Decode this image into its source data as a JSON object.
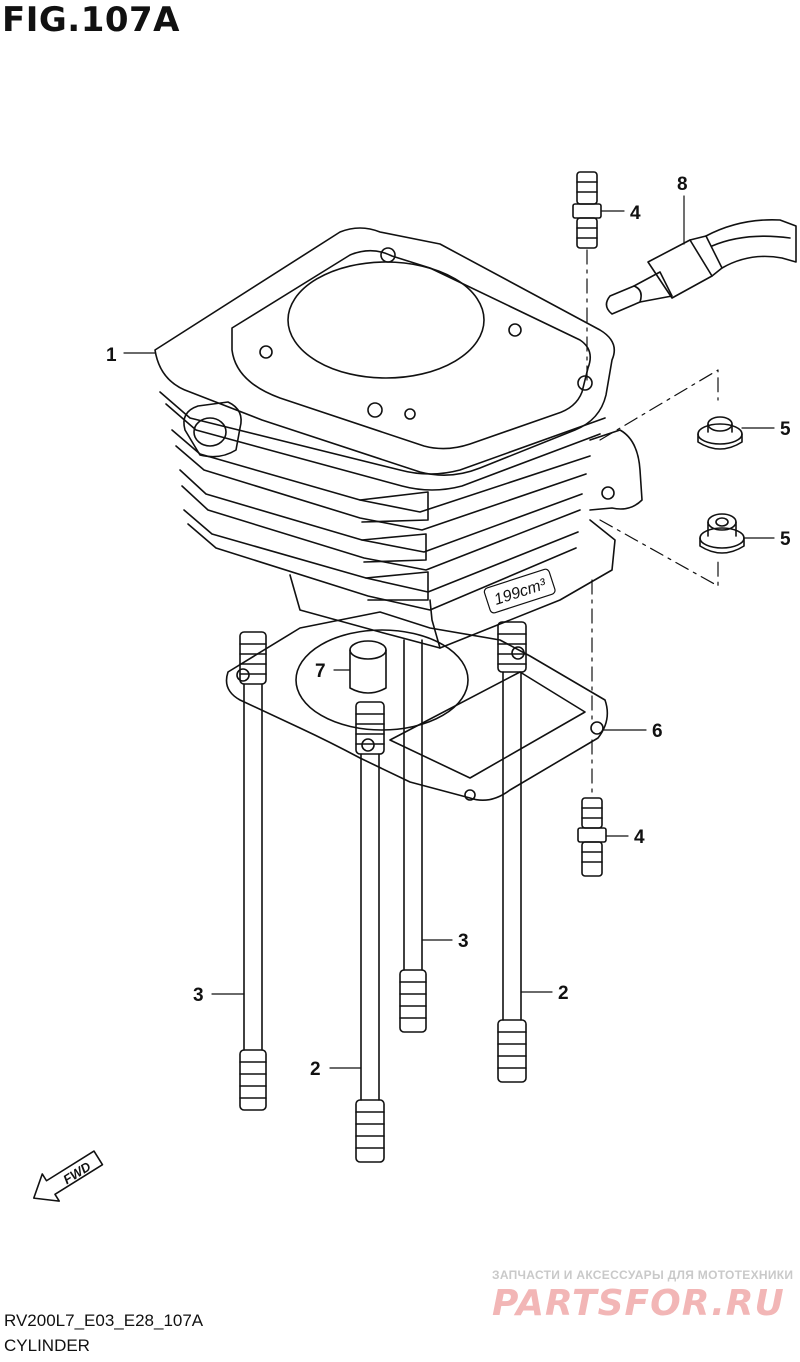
{
  "figure": {
    "title": "FIG.107A"
  },
  "callouts": [
    {
      "id": "1",
      "label": "1"
    },
    {
      "id": "8",
      "label": "8"
    },
    {
      "id": "4a",
      "label": "4"
    },
    {
      "id": "5a",
      "label": "5"
    },
    {
      "id": "5b",
      "label": "5"
    },
    {
      "id": "7",
      "label": "7"
    },
    {
      "id": "6",
      "label": "6"
    },
    {
      "id": "4b",
      "label": "4"
    },
    {
      "id": "3a",
      "label": "3"
    },
    {
      "id": "3b",
      "label": "3"
    },
    {
      "id": "2a",
      "label": "2"
    },
    {
      "id": "2b",
      "label": "2"
    }
  ],
  "cylinder_marking": "199cm³",
  "fwd_label": "FWD",
  "footer": {
    "code": "RV200L7_E03_E28_107A",
    "caption": "CYLINDER"
  },
  "watermark": {
    "tagline": "ЗАПЧАСТИ И АКСЕССУАРЫ ДЛЯ МОТОТЕХНИКИ",
    "brand": "PARTSFOR.RU"
  }
}
